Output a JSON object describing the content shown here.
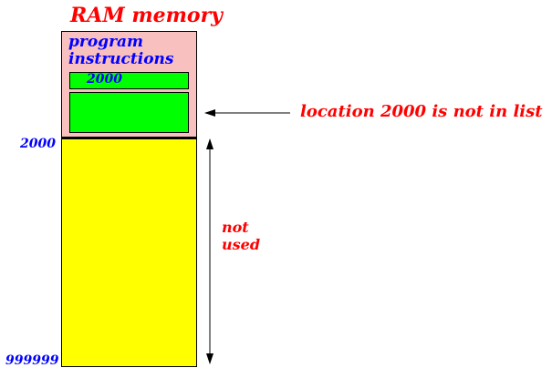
{
  "title": "RAM memory",
  "program_label": "program\ninstructions",
  "green_box_label": "2000",
  "address_top": "2000",
  "address_bottom": "999999",
  "annotation": "location 2000 is not in list",
  "unused_label": "not\nused",
  "colors": {
    "title": "#ff0000",
    "program_region": "#f9c0c0",
    "instruction_box": "#00ff00",
    "unused_region": "#ffff00",
    "address_text": "#0000ff",
    "annotation_text": "#ff0000"
  }
}
